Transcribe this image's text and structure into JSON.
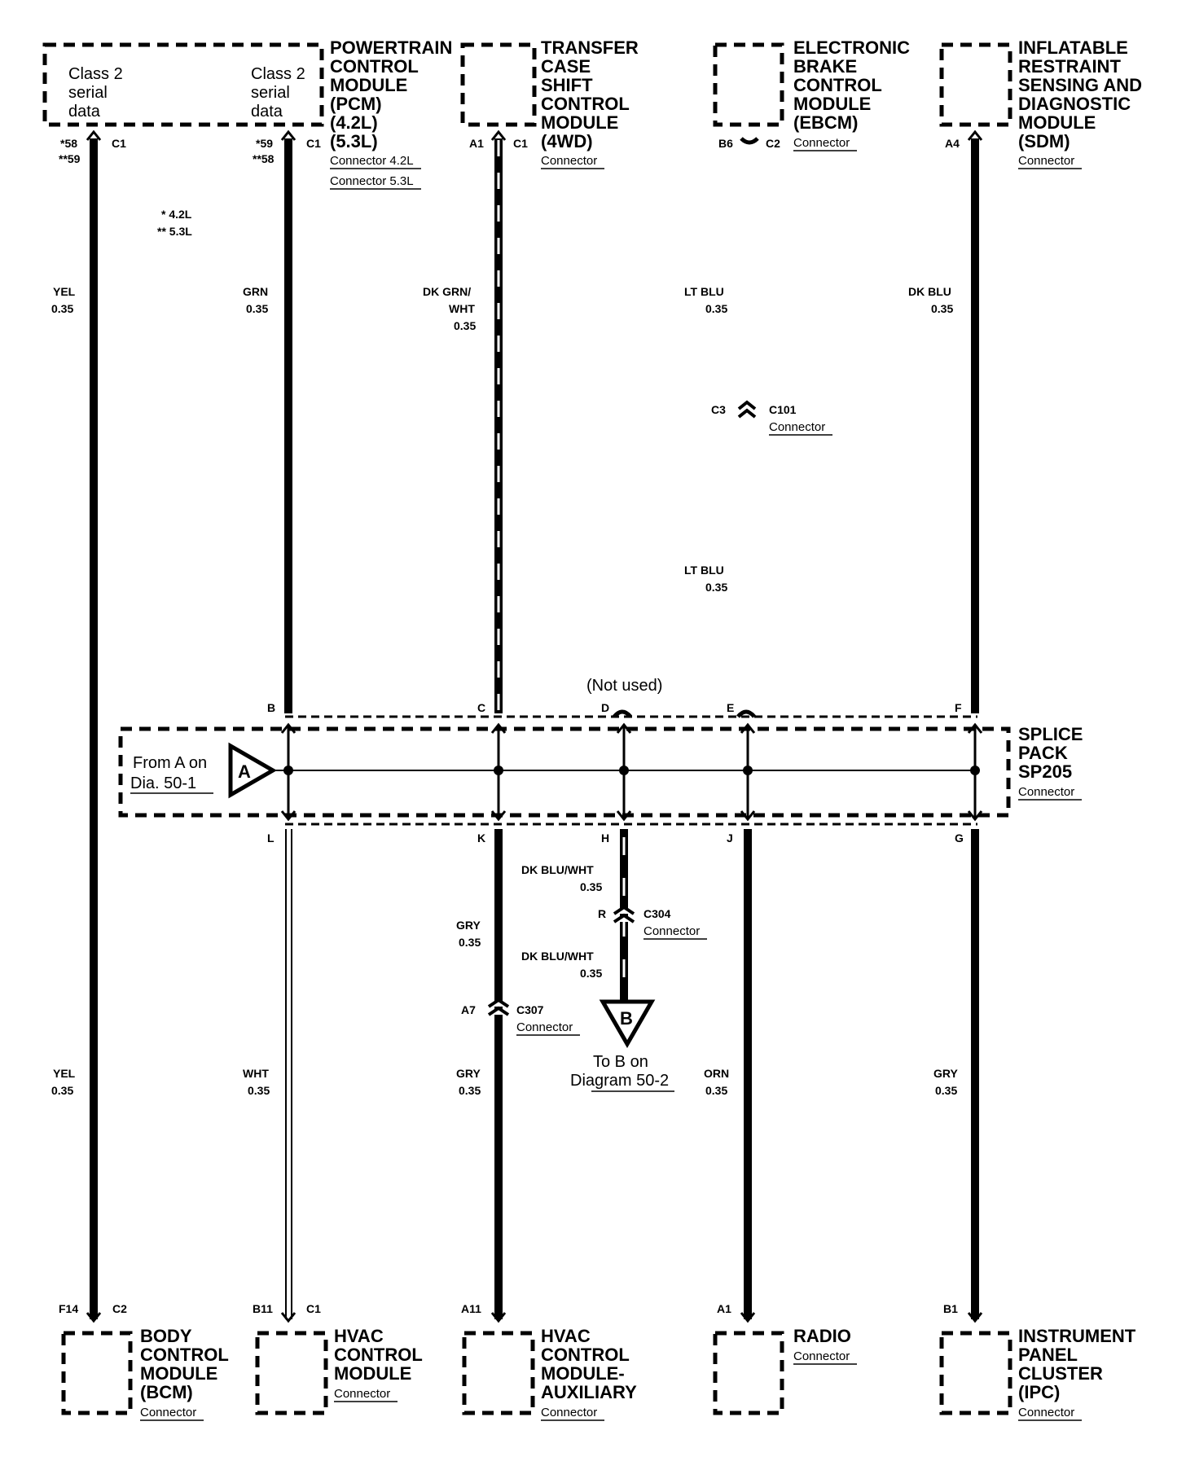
{
  "top_modules": {
    "pcm": {
      "title_lines": [
        "POWERTRAIN",
        "CONTROL",
        "MODULE",
        "(PCM)",
        "(4.2L)",
        "(5.3L)"
      ],
      "left_note": [
        "Class 2",
        "serial",
        "data"
      ],
      "right_note": [
        "Class 2",
        "serial",
        "data"
      ],
      "connector_a": "Connector 4.2L",
      "connector_b": "Connector 5.3L",
      "pin_left_a": "*58",
      "pin_left_b": "**59",
      "conn_left": "C1",
      "pin_right_a": "*59",
      "pin_right_b": "**58",
      "conn_right": "C1"
    },
    "tccm": {
      "title_lines": [
        "TRANSFER",
        "CASE",
        "SHIFT",
        "CONTROL",
        "MODULE",
        "(4WD)"
      ],
      "connector": "Connector",
      "pin": "A1",
      "conn": "C1"
    },
    "ebcm": {
      "title_lines": [
        "ELECTRONIC",
        "BRAKE",
        "CONTROL",
        "MODULE",
        "(EBCM)"
      ],
      "connector": "Connector",
      "pin": "B6",
      "conn": "C2"
    },
    "sdm": {
      "title_lines": [
        "INFLATABLE",
        "RESTRAINT",
        "SENSING AND",
        "DIAGNOSTIC",
        "MODULE",
        "(SDM)"
      ],
      "connector": "Connector",
      "pin": "A4"
    }
  },
  "engine_notes": [
    "* 4.2L",
    "** 5.3L"
  ],
  "wires_top": [
    {
      "color": "YEL",
      "gauge": "0.35"
    },
    {
      "color": "GRN",
      "gauge": "0.35"
    },
    {
      "color": "DK GRN/",
      "color2": "WHT",
      "gauge": "0.35"
    },
    {
      "color": "LT BLU",
      "gauge": "0.35"
    },
    {
      "color": "DK BLU",
      "gauge": "0.35"
    }
  ],
  "c101": {
    "pin": "C3",
    "name": "C101",
    "connector": "Connector"
  },
  "ltblu_lower": {
    "color": "LT BLU",
    "gauge": "0.35"
  },
  "not_used": "(Not used)",
  "splice": {
    "title_lines": [
      "SPLICE",
      "PACK",
      "SP205"
    ],
    "connector": "Connector",
    "from_lines": [
      "From A on",
      "Dia.  50-1"
    ],
    "from_marker": "A",
    "top_pins": [
      "B",
      "C",
      "D",
      "E",
      "F"
    ],
    "bottom_pins": [
      "L",
      "K",
      "H",
      "J",
      "G"
    ]
  },
  "c304": {
    "pin": "R",
    "name": "C304",
    "connector": "Connector"
  },
  "dkbluwht_1": {
    "color": "DK BLU/WHT",
    "gauge": "0.35"
  },
  "dkbluwht_2": {
    "color": "DK BLU/WHT",
    "gauge": "0.35"
  },
  "gry_upper": {
    "color": "GRY",
    "gauge": "0.35"
  },
  "c307": {
    "pin": "A7",
    "name": "C307",
    "connector": "Connector"
  },
  "to_b": {
    "marker": "B",
    "lines": [
      "To B on",
      "Diagram 50-2"
    ]
  },
  "wires_bottom": [
    {
      "color": "YEL",
      "gauge": "0.35"
    },
    {
      "color": "WHT",
      "gauge": "0.35"
    },
    {
      "color": "GRY",
      "gauge": "0.35"
    },
    {
      "color": "ORN",
      "gauge": "0.35"
    },
    {
      "color": "GRY",
      "gauge": "0.35"
    }
  ],
  "bottom_modules": {
    "bcm": {
      "title_lines": [
        "BODY",
        "CONTROL",
        "MODULE",
        "(BCM)"
      ],
      "connector": "Connector",
      "pin": "F14",
      "conn": "C2"
    },
    "hvac": {
      "title_lines": [
        "HVAC",
        "CONTROL",
        "MODULE"
      ],
      "connector": "Connector",
      "pin": "B11",
      "conn": "C1"
    },
    "hvac_aux": {
      "title_lines": [
        "HVAC",
        "CONTROL",
        "MODULE-",
        "AUXILIARY"
      ],
      "connector": "Connector",
      "pin": "A11"
    },
    "radio": {
      "title_lines": [
        "RADIO"
      ],
      "connector": "Connector",
      "pin": "A1"
    },
    "ipc": {
      "title_lines": [
        "INSTRUMENT",
        "PANEL",
        "CLUSTER",
        "(IPC)"
      ],
      "connector": "Connector",
      "pin": "B1"
    }
  }
}
